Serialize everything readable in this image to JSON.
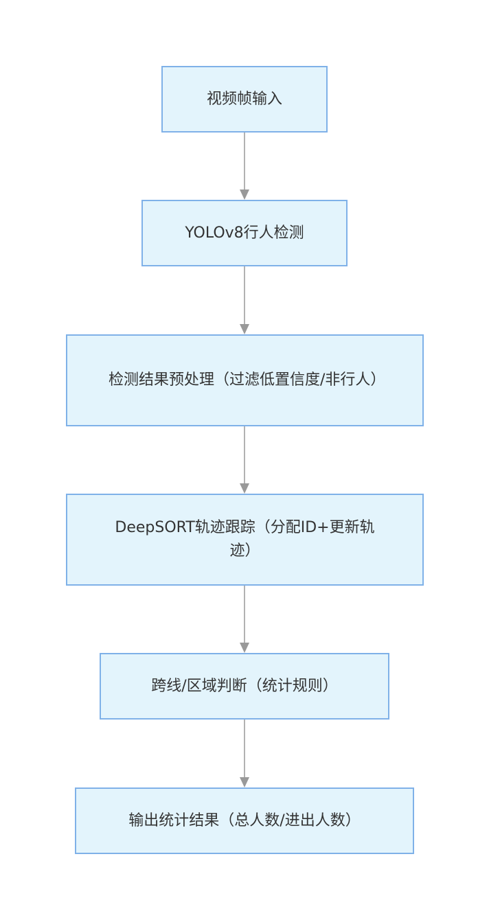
{
  "diagram": {
    "colors": {
      "node_fill": "#e3f4fc",
      "node_border": "#7fb1e8",
      "edge": "#999999",
      "text": "#333333"
    },
    "nodes": [
      {
        "id": "n1",
        "label": "视频帧输入"
      },
      {
        "id": "n2",
        "label": "YOLOv8行人检测"
      },
      {
        "id": "n3",
        "label": "检测结果预处理（过滤低置信度/非行人）"
      },
      {
        "id": "n4",
        "label": "DeepSORT轨迹跟踪（分配ID+更新轨迹）"
      },
      {
        "id": "n5",
        "label": "跨线/区域判断（统计规则）"
      },
      {
        "id": "n6",
        "label": "输出统计结果（总人数/进出人数）"
      }
    ],
    "edges": [
      {
        "from": "n1",
        "to": "n2"
      },
      {
        "from": "n2",
        "to": "n3"
      },
      {
        "from": "n3",
        "to": "n4"
      },
      {
        "from": "n4",
        "to": "n5"
      },
      {
        "from": "n5",
        "to": "n6"
      }
    ]
  }
}
